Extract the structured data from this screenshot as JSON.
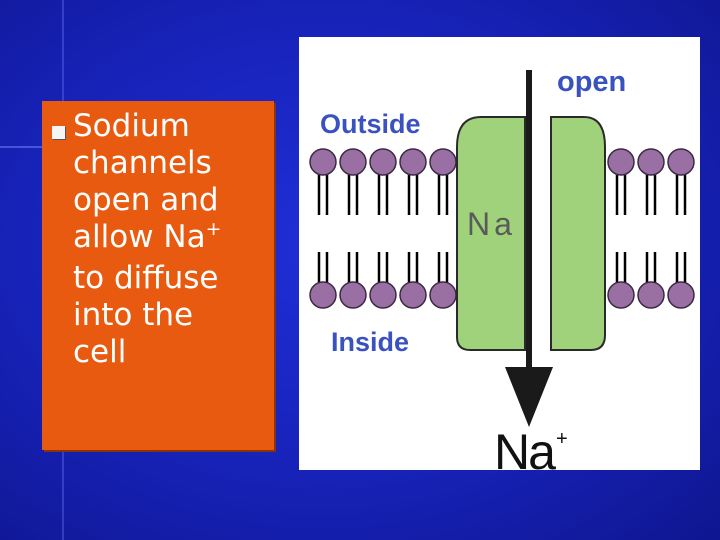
{
  "slide": {
    "bullet_lines": [
      "Sodium",
      "channels",
      "open and",
      "allow Na",
      "to diffuse",
      "into the",
      "cell"
    ],
    "superscript": "+"
  },
  "diagram": {
    "label_open": "open",
    "label_outside": "Outside",
    "label_inside": "Inside",
    "label_channel": "Na",
    "label_ion": "Na",
    "label_ion_charge": "+"
  },
  "colors": {
    "background": "#1a26c8",
    "text_box": "#e85a10",
    "membrane_head": "#9a6fa3",
    "channel": "#9fd27a",
    "label_blue": "#3a52c0"
  }
}
